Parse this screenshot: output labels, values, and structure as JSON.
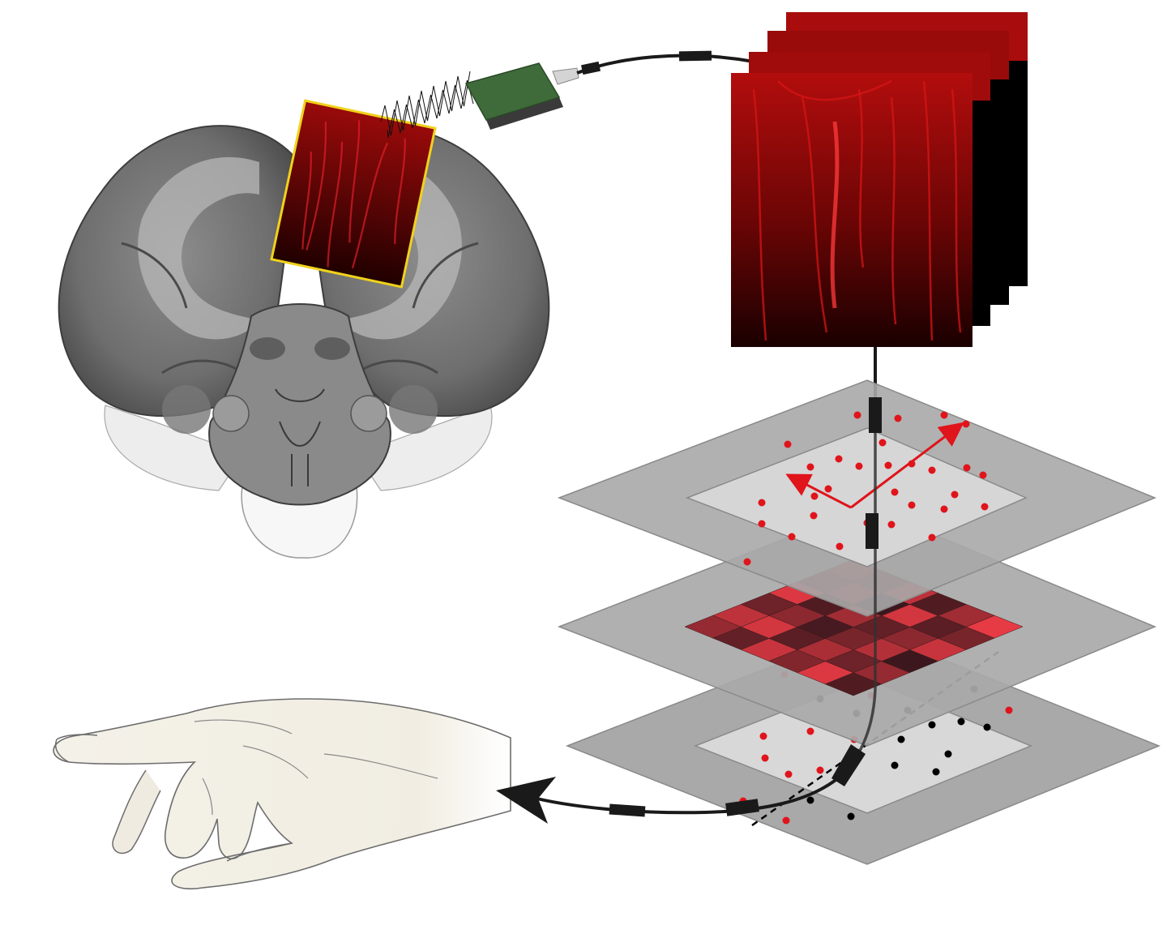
{
  "figure": {
    "panels": [
      "brain-section",
      "imaging-window",
      "wireless-transmitter",
      "calcium-image-stack",
      "decoding-layers",
      "hand-output"
    ],
    "colors": {
      "background": "#ffffff",
      "brain_gray": "#7a7a7a",
      "window_border": "#f0d21a",
      "fluorescence_red": "#c41010",
      "transmitter_green": "#3f6b3a",
      "plane_outer": "#a9a9a9",
      "plane_inner": "#d8d8d8",
      "red_dot": "#e0141b",
      "black_dot": "#000000",
      "cable": "#1a1a1a",
      "skin": "#f1ede2"
    },
    "icons": [
      "fiber-cable",
      "connector",
      "arrowhead"
    ]
  },
  "scatter_top": {
    "red_dots": 30,
    "vector_arrows": 2
  },
  "heatmap_middle": {
    "grid": [
      [
        0.55,
        0.75,
        0.35,
        0.9,
        0.45,
        0.6
      ],
      [
        0.3,
        0.85,
        0.5,
        0.2,
        0.7,
        0.4
      ],
      [
        0.8,
        0.25,
        0.15,
        0.6,
        0.1,
        0.75
      ],
      [
        0.45,
        0.65,
        0.4,
        0.3,
        0.85,
        0.2
      ],
      [
        0.9,
        0.35,
        0.7,
        0.5,
        0.25,
        0.6
      ],
      [
        0.2,
        0.55,
        0.1,
        0.8,
        0.4,
        0.95
      ]
    ]
  },
  "scatter_bottom": {
    "red_dots": 14,
    "black_dots": 14,
    "boundary": "dashed-line"
  }
}
